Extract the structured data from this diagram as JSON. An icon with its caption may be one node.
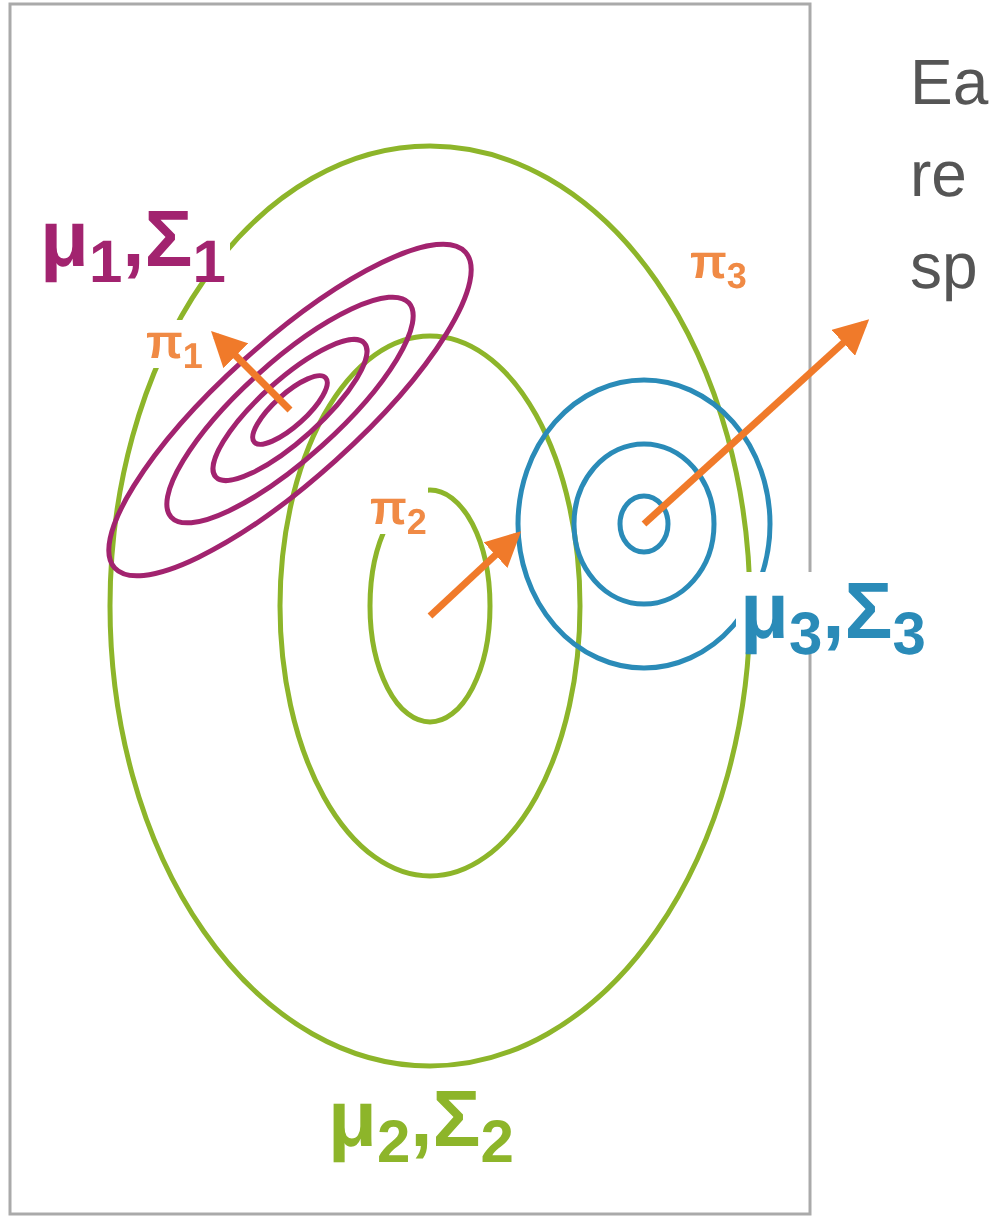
{
  "diagram": {
    "labels": [
      "μ$_{1}$,Σ$_{1}$",
      "π$_{1}$",
      "π$_{3}$",
      "Ea re sp",
      "π$_{2}$",
      "μ$_{3}$,Σ$_{3}$",
      "μ$_{2}$,Σ$_{2}$"
    ]
  }
}
